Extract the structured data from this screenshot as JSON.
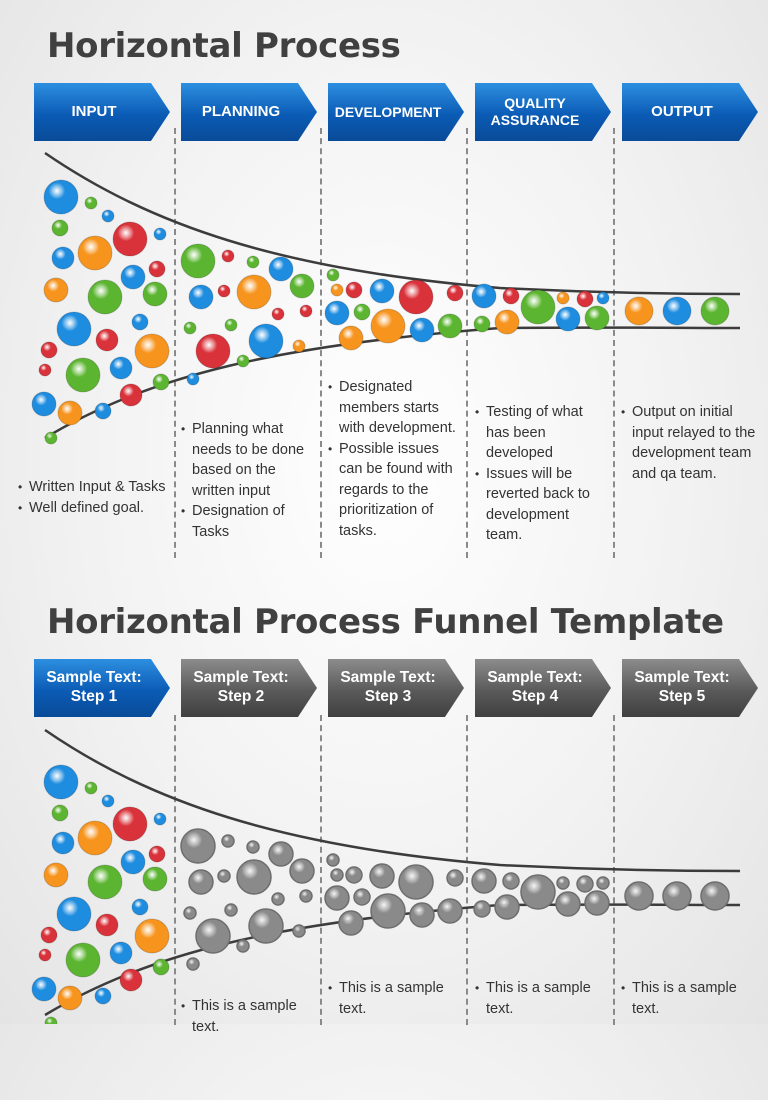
{
  "slide1": {
    "title": "Horizontal Process",
    "steps": [
      {
        "label": "INPUT"
      },
      {
        "label": "PLANNING"
      },
      {
        "label": "DEVELOPMENT"
      },
      {
        "label": "QUALITY ASSURANCE"
      },
      {
        "label": "OUTPUT"
      }
    ],
    "bullets": [
      [
        "Written Input & Tasks",
        "Well defined goal."
      ],
      [
        "Planning what needs to be done based on the written input",
        "Designation of Tasks"
      ],
      [
        "Designated members starts with development.",
        "Possible issues can be found with regards to the prioritization of tasks."
      ],
      [
        "Testing of what has been developed",
        "Issues will be reverted back to development team."
      ],
      [
        "Output on initial input relayed to the development team and qa team."
      ]
    ]
  },
  "slide2": {
    "title": "Horizontal Process Funnel Template",
    "steps": [
      {
        "label": "Sample Text: Step 1"
      },
      {
        "label": "Sample Text: Step 2"
      },
      {
        "label": "Sample Text: Step 3"
      },
      {
        "label": "Sample Text: Step 4"
      },
      {
        "label": "Sample Text: Step 5"
      }
    ],
    "bullets": [
      [],
      [
        "This is a sample text."
      ],
      [
        "This is a sample text."
      ],
      [
        "This is a sample text."
      ],
      [
        "This is a sample text."
      ]
    ]
  },
  "colors": {
    "blue": "#0b5bb5",
    "gray": "#5a5a5a",
    "ball_blue": "#1e8de0",
    "ball_green": "#5cb531",
    "ball_orange": "#f7941d",
    "ball_red": "#d9323a"
  }
}
